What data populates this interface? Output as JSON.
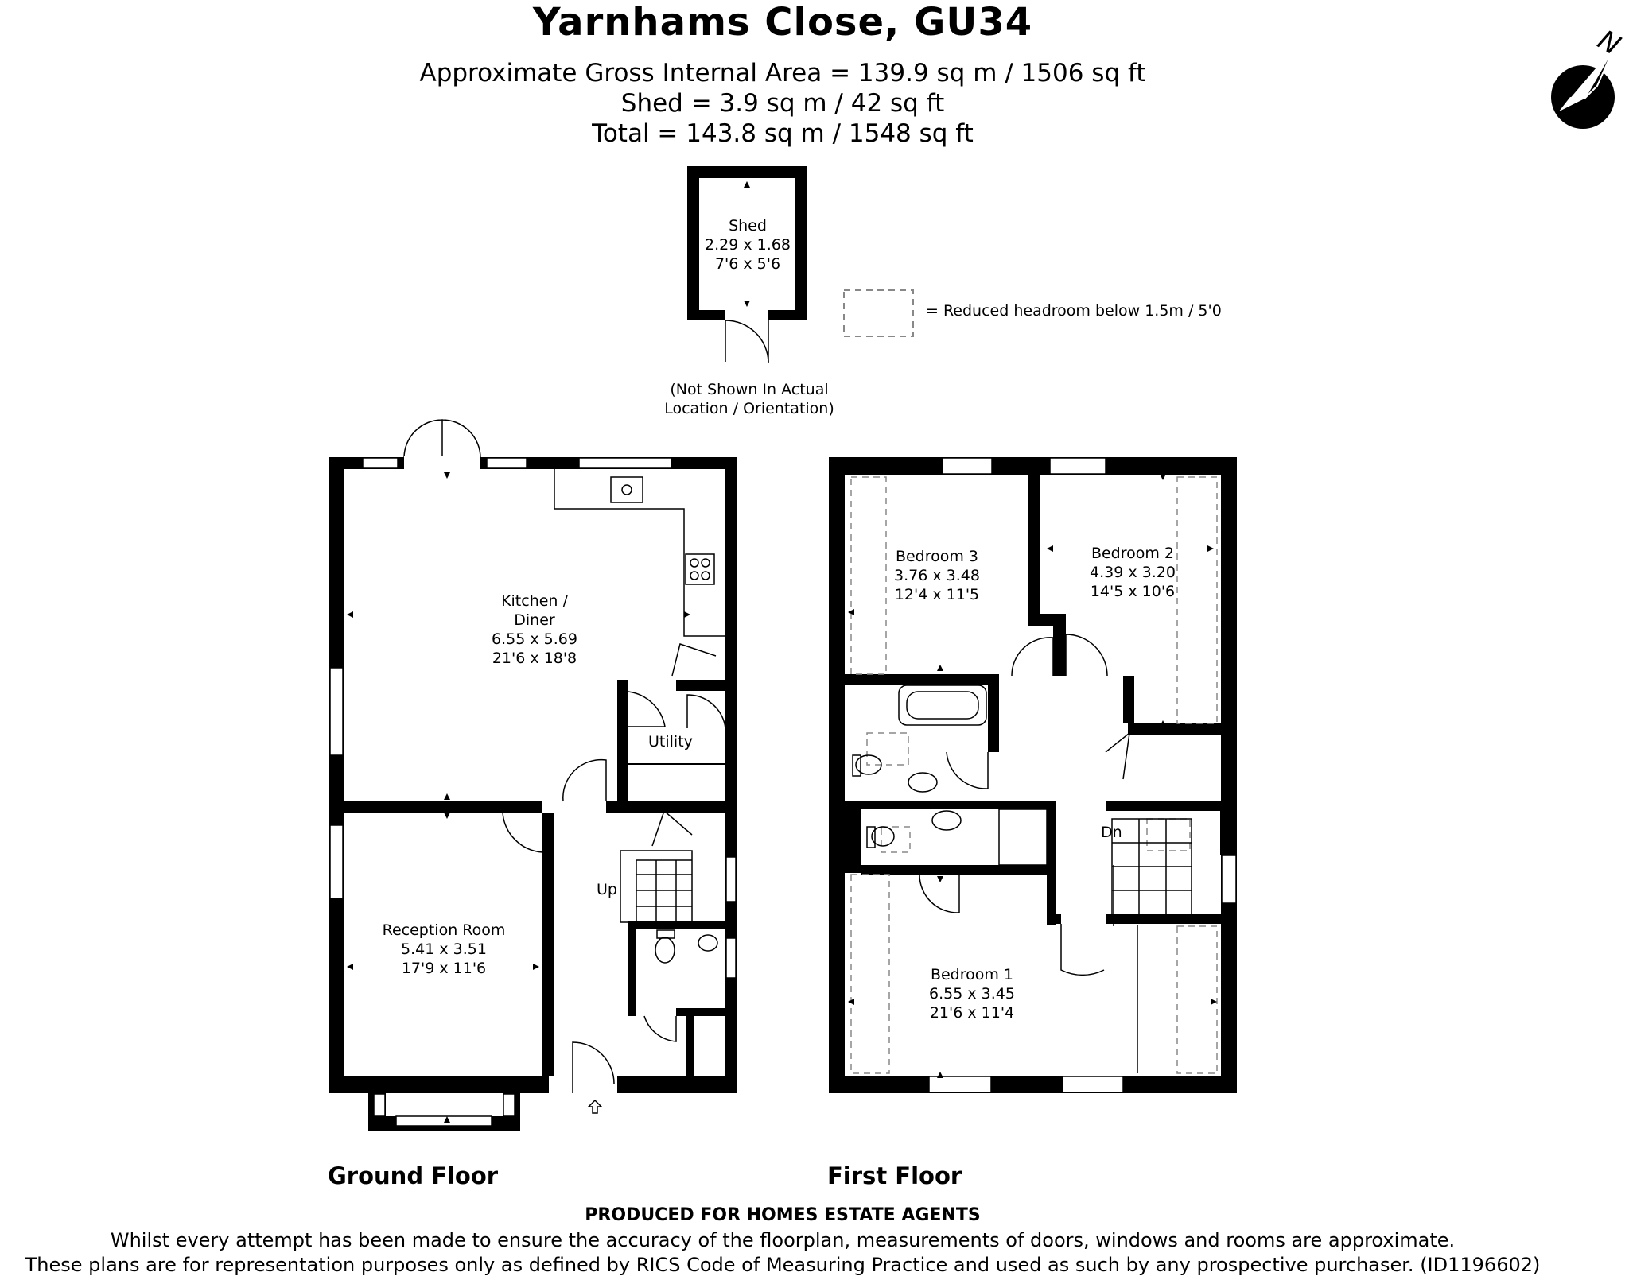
{
  "header": {
    "title": "Yarnhams Close, GU34",
    "area_lines": [
      "Approximate Gross Internal Area = 139.9 sq m / 1506 sq ft",
      "Shed = 3.9 sq m / 42 sq ft",
      "Total = 143.8 sq m / 1548 sq ft"
    ]
  },
  "compass": {
    "label": "N",
    "icon": "north-arrow-icon"
  },
  "legend": {
    "text": "= Reduced headroom below 1.5m / 5'0"
  },
  "shed": {
    "name": "Shed",
    "metric": "2.29 x 1.68",
    "imperial": "7'6 x 5'6",
    "note_line1": "(Not Shown In Actual",
    "note_line2": "Location / Orientation)"
  },
  "ground_floor": {
    "label": "Ground Floor",
    "rooms": {
      "kitchen": {
        "name1": "Kitchen /",
        "name2": "Diner",
        "metric": "6.55 x 5.69",
        "imperial": "21'6 x 18'8"
      },
      "utility": {
        "name": "Utility"
      },
      "reception": {
        "name": "Reception Room",
        "metric": "5.41 x 3.51",
        "imperial": "17'9 x 11'6"
      }
    },
    "stairs_label": "Up"
  },
  "first_floor": {
    "label": "First Floor",
    "rooms": {
      "bedroom3": {
        "name": "Bedroom 3",
        "metric": "3.76 x 3.48",
        "imperial": "12'4 x 11'5"
      },
      "bedroom2": {
        "name": "Bedroom 2",
        "metric": "4.39 x 3.20",
        "imperial": "14'5 x 10'6"
      },
      "bedroom1": {
        "name": "Bedroom 1",
        "metric": "6.55 x 3.45",
        "imperial": "21'6 x 11'4"
      }
    },
    "stairs_label": "Dn"
  },
  "footer": {
    "produced_for": "PRODUCED FOR HOMES ESTATE AGENTS",
    "disclaimer_1": "Whilst every attempt has been made to ensure the accuracy of the floorplan, measurements of doors, windows and rooms are approximate.",
    "disclaimer_2": "These plans are for representation purposes only as defined by RICS Code of Measuring Practice and used as such by any prospective purchaser. (ID1196602)"
  }
}
